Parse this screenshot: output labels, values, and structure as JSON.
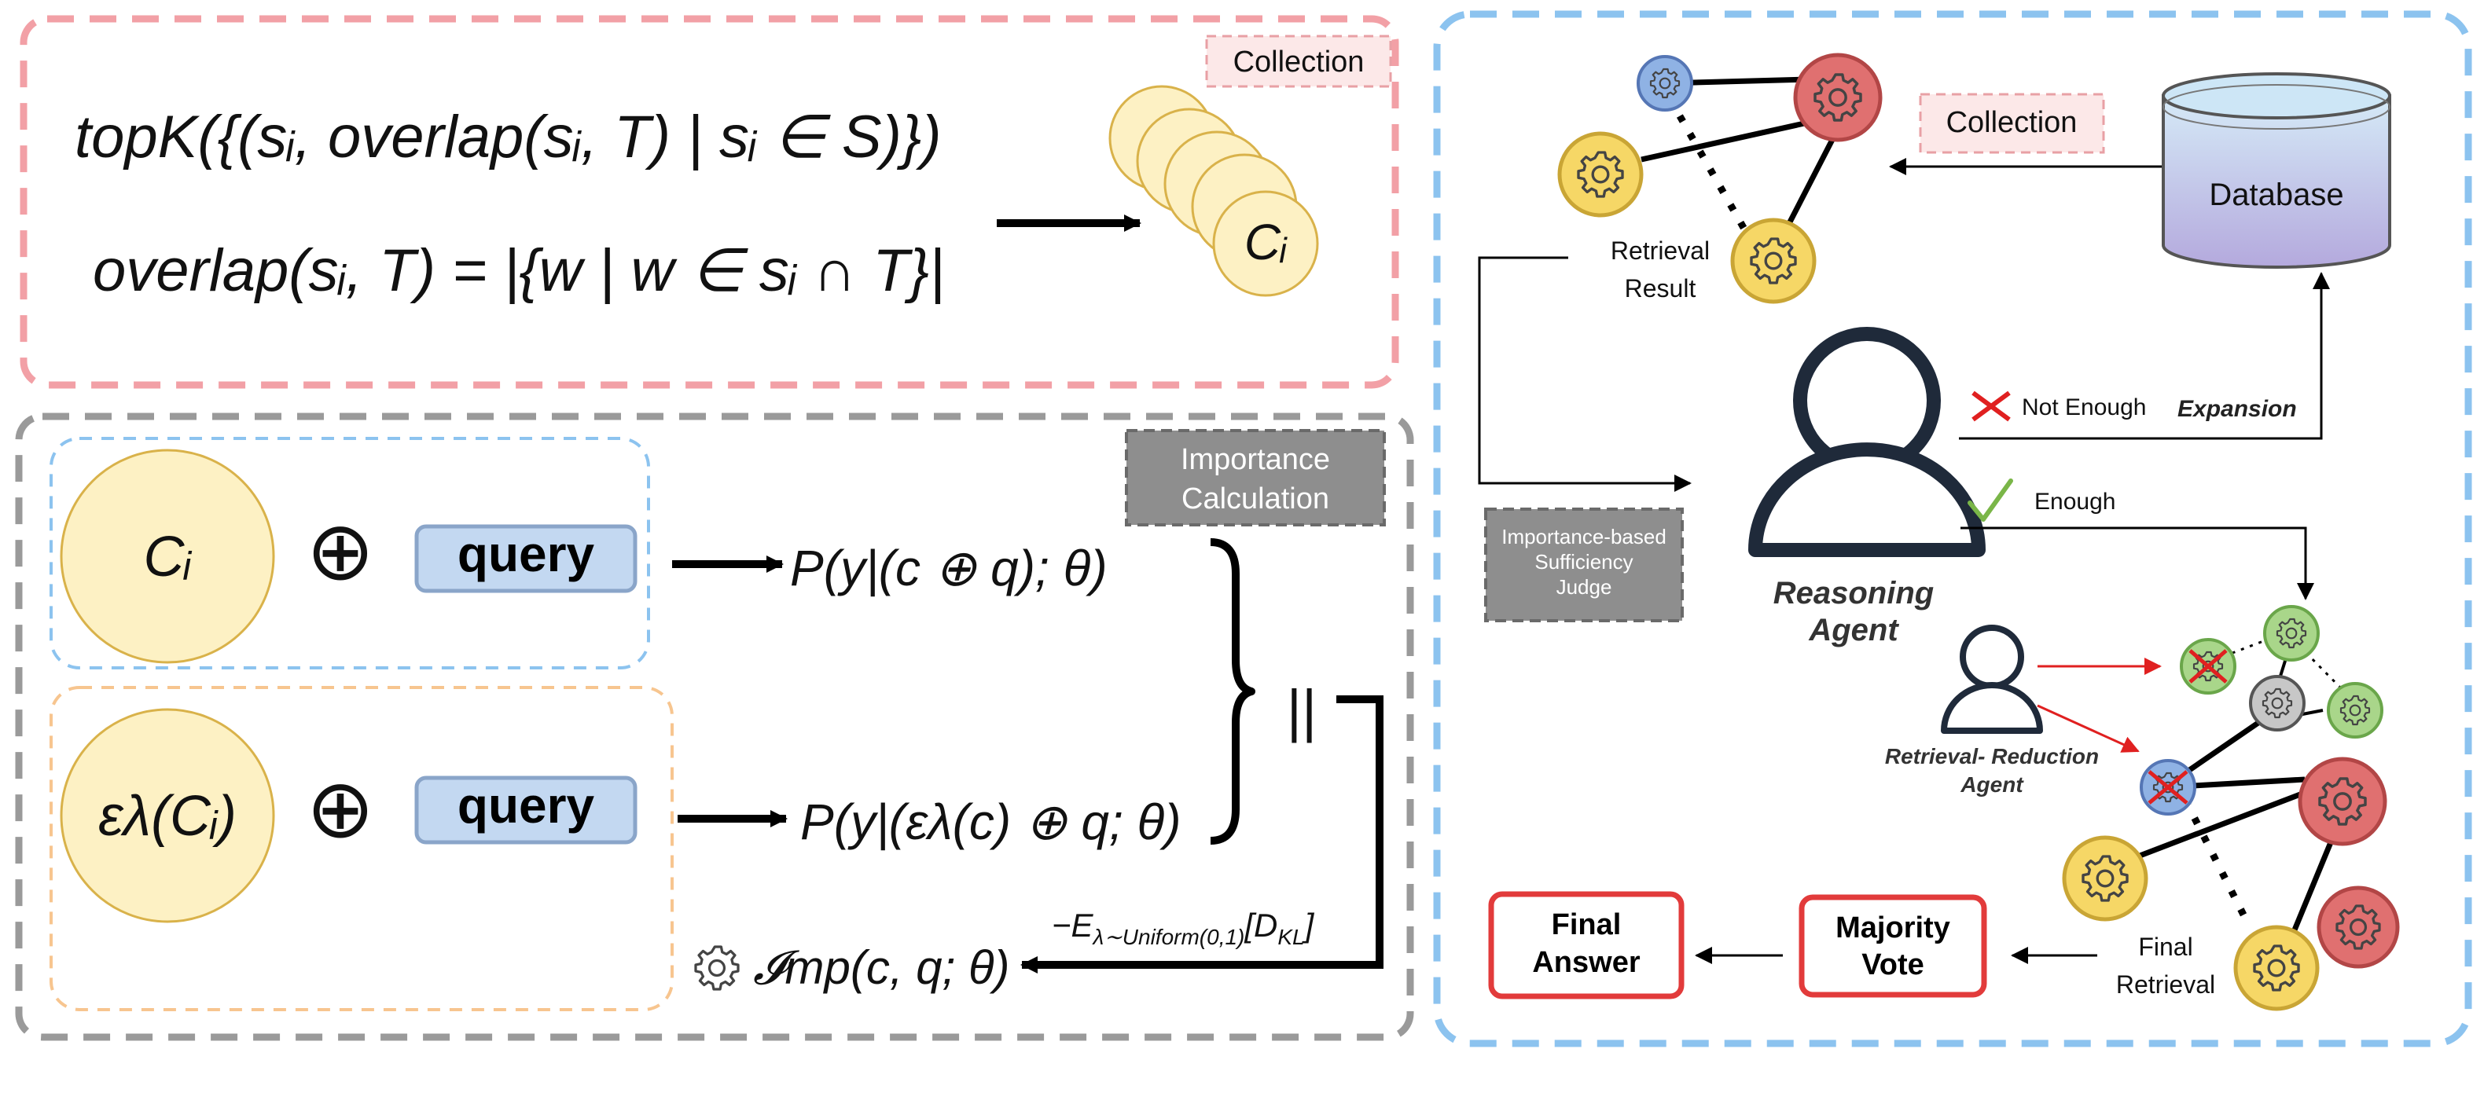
{
  "top_left": {
    "formula_topk": "topK({(sᵢ, overlap(sᵢ, T) | sᵢ ∈ S)})",
    "formula_overlap": "overlap(sᵢ, T) = |{w | w ∈ sᵢ ∩ T}|",
    "collection_label": "Collection",
    "chunk_label": "Cᵢ"
  },
  "bottom_left": {
    "importance_label_line1": "Importance",
    "importance_label_line2": "Calculation",
    "chunk_label": "Cᵢ",
    "perturbed_chunk_label": "ελ(Cᵢ)",
    "plus_symbol": "⊕",
    "query_label": "query",
    "prob_original": "P(y|(c ⊕ q); θ)",
    "prob_perturbed": "P(y|(ελ(c) ⊕ q; θ)",
    "divergence_symbol": "||",
    "expectation": "−E",
    "expectation_sub": "λ∼Uniform(0,1)",
    "expectation_kl": "[D",
    "expectation_kl_sub": "KL",
    "expectation_close": "]",
    "importance_result": "𝓘mp(c, q; θ)"
  },
  "right": {
    "collection_label": "Collection",
    "database_label": "Database",
    "retrieval_result_line1": "Retrieval",
    "retrieval_result_line2": "Result",
    "not_enough_label": "Not Enough",
    "expansion_label": "Expansion",
    "enough_label": "Enough",
    "judge_line1": "Importance-based",
    "judge_line2": "Sufficiency",
    "judge_line3": "Judge",
    "reasoning_agent_line1": "Reasoning",
    "reasoning_agent_line2": "Agent",
    "reduction_agent_line1": "Retrieval- Reduction",
    "reduction_agent_line2": "Agent",
    "final_retrieval_line1": "Final",
    "final_retrieval_line2": "Retrieval",
    "majority_vote_line1": "Majority",
    "majority_vote_line2": "Vote",
    "final_answer_line1": "Final",
    "final_answer_line2": "Answer"
  },
  "colors": {
    "red_dash": "#f2a0a6",
    "gray_dash": "#9a9a9a",
    "blue_dash": "#8cc3ef",
    "orange_dash": "#f7c58f",
    "chunk_fill": "#fdf1c4",
    "chunk_stroke": "#d9b24a",
    "query_fill": "#c3d8f1",
    "query_stroke": "#8aa5c9",
    "gray_box": "#8e8e8e",
    "red_box": "#e23b3b",
    "red_node": "#e07070",
    "yellow_node": "#f6d766",
    "blue_node": "#8fb2e4",
    "green_node": "#a9d68a",
    "gray_node": "#c7c7c7"
  }
}
